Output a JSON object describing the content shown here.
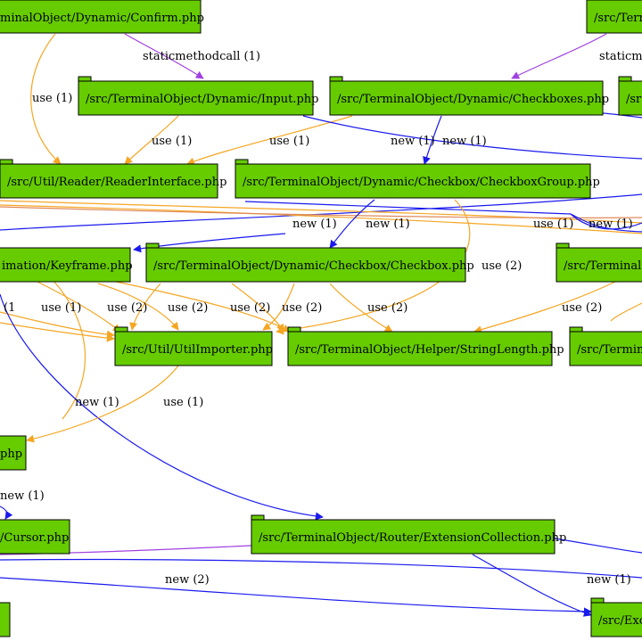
{
  "colors": {
    "use": "#f5a623",
    "new": "#1a1aee",
    "staticmethodcall": "#a040e0",
    "node_fill": "#66cc00"
  },
  "nodes": [
    {
      "id": "confirm",
      "label": "minalObject/Dynamic/Confirm.php"
    },
    {
      "id": "terminal-top-right",
      "label": "/src/Term"
    },
    {
      "id": "input",
      "label": "/src/TerminalObject/Dynamic/Input.php"
    },
    {
      "id": "checkboxes",
      "label": "/src/TerminalObject/Dynamic/Checkboxes.php"
    },
    {
      "id": "src-right-top",
      "label": "/sr"
    },
    {
      "id": "reader-interface",
      "label": "/src/Util/Reader/ReaderInterface.php"
    },
    {
      "id": "checkbox-group",
      "label": "/src/TerminalObject/Dynamic/Checkbox/CheckboxGroup.php"
    },
    {
      "id": "keyframe",
      "label": "imation/Keyframe.php"
    },
    {
      "id": "checkbox",
      "label": "/src/TerminalObject/Dynamic/Checkbox/Checkbox.php"
    },
    {
      "id": "terminal-right-mid",
      "label": "/src/TerminalO"
    },
    {
      "id": "util-importer",
      "label": "/src/Util/UtilImporter.php"
    },
    {
      "id": "string-length",
      "label": "/src/TerminalObject/Helper/StringLength.php"
    },
    {
      "id": "terminal-right-low",
      "label": "/src/Termina"
    },
    {
      "id": "php-left",
      "label": "php"
    },
    {
      "id": "cursor",
      "label": "/Cursor.php"
    },
    {
      "id": "extension-collection",
      "label": "/src/TerminalObject/Router/ExtensionCollection.php"
    },
    {
      "id": "exc-right",
      "label": "/src/Exc"
    },
    {
      "id": "bottom-left",
      "label": ""
    }
  ],
  "edges": [
    {
      "id": "confirm-staticmethodcall",
      "type": "staticmethodcall",
      "label": "staticmethodcall (1)"
    },
    {
      "id": "top-right-staticmethodcall",
      "type": "staticmethodcall",
      "label": "staticmetho"
    },
    {
      "id": "confirm-use-reader",
      "type": "use",
      "label": "use (1)"
    },
    {
      "id": "input-use-reader",
      "type": "use",
      "label": "use (1)"
    },
    {
      "id": "checkboxes-use-reader",
      "type": "use",
      "label": "use (1)"
    },
    {
      "id": "input-new",
      "type": "new",
      "label": "new (1)"
    },
    {
      "id": "checkboxes-new-group",
      "type": "new",
      "label": "new (1)"
    },
    {
      "id": "group-new-checkbox",
      "type": "new",
      "label": "new (1)"
    },
    {
      "id": "long-new",
      "type": "new",
      "label": "new (1)"
    },
    {
      "id": "long-use",
      "type": "use",
      "label": "use (1)"
    },
    {
      "id": "right-new",
      "type": "new",
      "label": "new (1)"
    },
    {
      "id": "group-use-string",
      "type": "use",
      "label": "use (2)"
    },
    {
      "id": "left-use-1",
      "type": "use",
      "label": "(1"
    },
    {
      "id": "keyframe-use-importer",
      "type": "use",
      "label": "use (1)"
    },
    {
      "id": "checkbox-use-importer",
      "type": "use",
      "label": "use (2)"
    },
    {
      "id": "checkbox-use-importer-2",
      "type": "use",
      "label": "use (2)"
    },
    {
      "id": "checkbox-use-string",
      "type": "use",
      "label": "use (2)"
    },
    {
      "id": "checkbox-use-string-2",
      "type": "use",
      "label": "use (2)"
    },
    {
      "id": "keyframe-use-string",
      "type": "use",
      "label": "use (2)"
    },
    {
      "id": "right-use-string",
      "type": "use",
      "label": "use (2)"
    },
    {
      "id": "keyframe-new-php",
      "type": "new",
      "label": "new (1)"
    },
    {
      "id": "importer-use-php",
      "type": "use",
      "label": "use (1)"
    },
    {
      "id": "php-new-cursor",
      "type": "new",
      "label": "new (1)"
    },
    {
      "id": "bottom-new",
      "type": "new",
      "label": "new (2)"
    },
    {
      "id": "extension-new-exc",
      "type": "new",
      "label": "new (1)"
    }
  ]
}
